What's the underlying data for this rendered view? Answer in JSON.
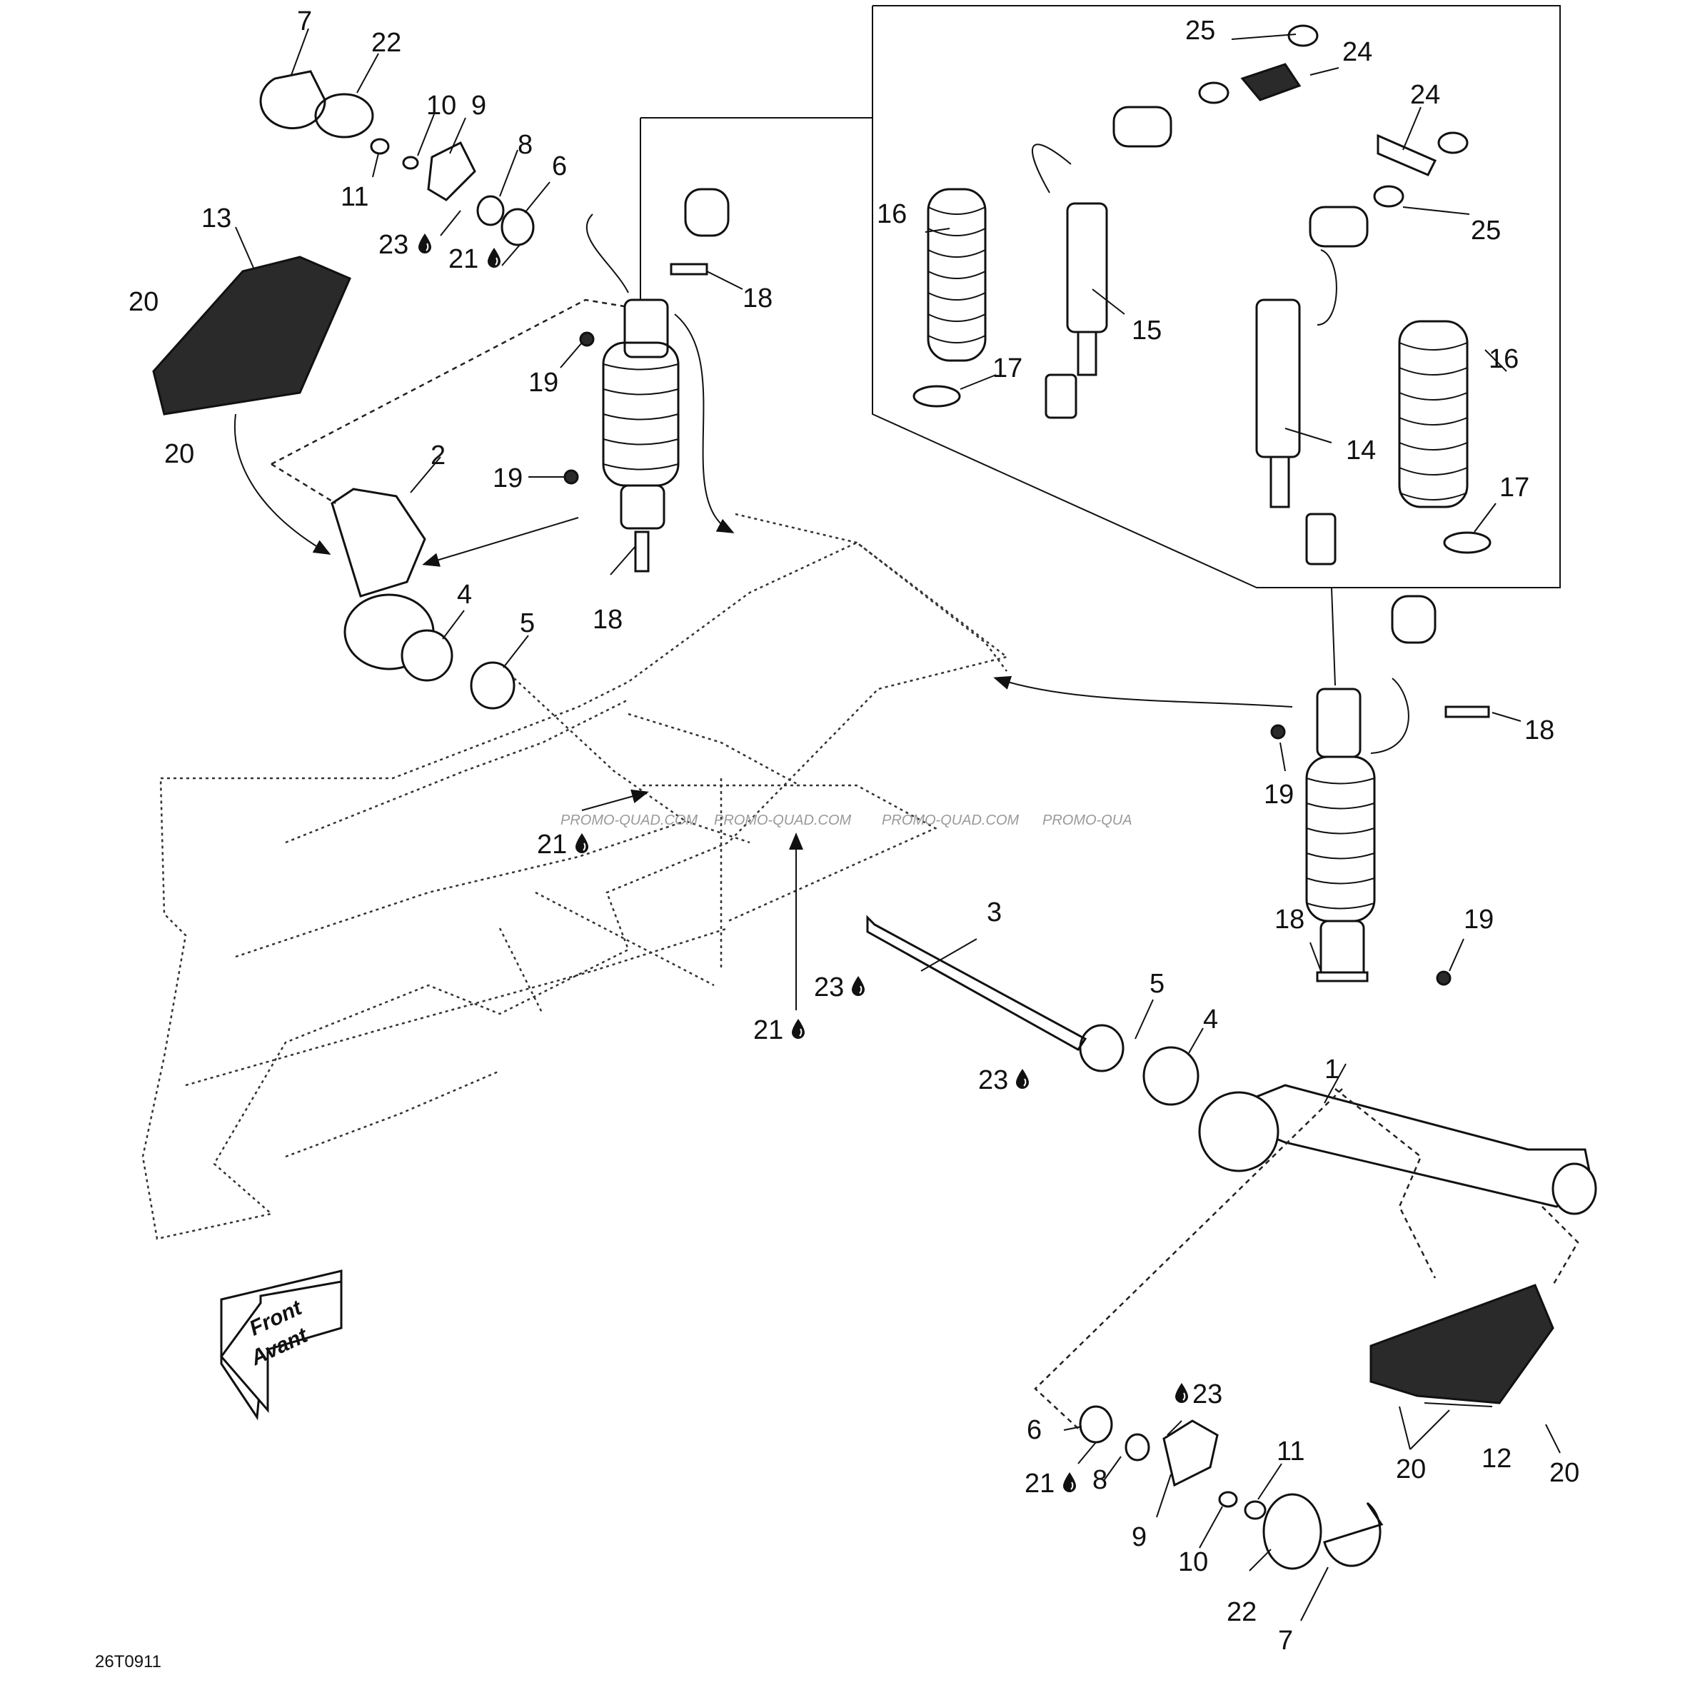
{
  "drawing_ref": "26T0911",
  "direction_arrow": {
    "line1": "Front",
    "line2": "Avant"
  },
  "watermark": [
    "PROMO-QUAD.COM",
    "PROMO-QUAD.COM",
    "PROMO-QUAD.COM",
    "PROMO-QUA"
  ],
  "callouts": {
    "c1": "1",
    "c2": "2",
    "c3": "3",
    "c4a": "4",
    "c4b": "4",
    "c5a": "5",
    "c5b": "5",
    "c6a": "6",
    "c6b": "6",
    "c7a": "7",
    "c7b": "7",
    "c8a": "8",
    "c8b": "8",
    "c9a": "9",
    "c9b": "9",
    "c10a": "10",
    "c10b": "10",
    "c11a": "11",
    "c11b": "11",
    "c12": "12",
    "c13": "13",
    "c14": "14",
    "c15": "15",
    "c16a": "16",
    "c16b": "16",
    "c17a": "17",
    "c17b": "17",
    "c18a": "18",
    "c18b": "18",
    "c18c": "18",
    "c18d": "18",
    "c19a": "19",
    "c19b": "19",
    "c19c": "19",
    "c19d": "19",
    "c20a": "20",
    "c20b": "20",
    "c20c": "20",
    "c20d": "20",
    "c21a": "21",
    "c21b": "21",
    "c21c": "21",
    "c21d": "21",
    "c22a": "22",
    "c22b": "22",
    "c23a": "23",
    "c23b": "23",
    "c23c": "23",
    "c23d": "23",
    "c24a": "24",
    "c24b": "24",
    "c25a": "25",
    "c25b": "25"
  },
  "icons": {
    "lubricant": "oil-drop-icon"
  }
}
